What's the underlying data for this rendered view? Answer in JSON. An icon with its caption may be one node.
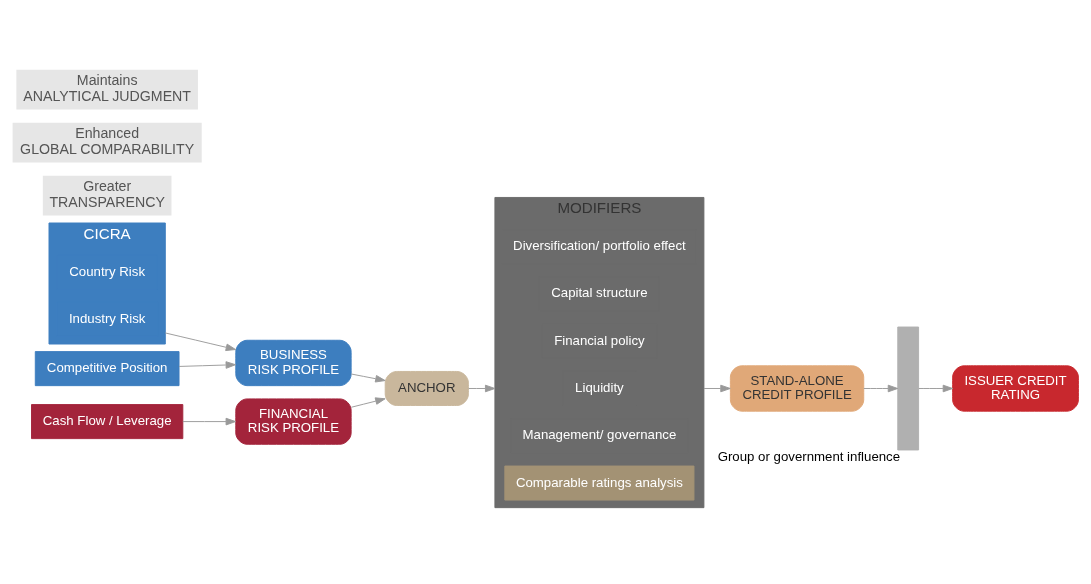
{
  "diagram": {
    "nodes": [
      {
        "text": [
          "CICRA"
        ]
      },
      {
        "text": [
          "Country Risk"
        ],
        "in": 0
      },
      {
        "text": [
          "Industry Risk"
        ],
        "in": 0
      },
      {
        "text": [
          "Competitive Position"
        ]
      },
      {
        "text": [
          "Cash Flow / Leverage"
        ]
      },
      {
        "text": [
          "BUSINESS",
          "RISK PROFILE"
        ]
      },
      {
        "text": [
          "FINANCIAL",
          "RISK PROFILE"
        ]
      },
      {
        "text": [
          "ANCHOR"
        ]
      },
      {
        "text": [
          "MODIFIERS"
        ]
      },
      {
        "text": [
          "Diversification/ portfolio effect"
        ],
        "in": 8
      },
      {
        "text": [
          "Capital structure"
        ],
        "in": 8
      },
      {
        "text": [
          "Financial policy"
        ],
        "in": 8
      },
      {
        "text": [
          "Liquidity"
        ],
        "in": 8
      },
      {
        "text": [
          "Management/ governance"
        ],
        "in": 8
      },
      {
        "text": [
          "Comparable ratings analysis"
        ],
        "in": 8
      },
      {
        "text": [
          "STAND-ALONE",
          "CREDIT PROFILE"
        ]
      },
      {
        "text": [],
        "shape": "bar",
        "beside": [
          "Group or government influence"
        ]
      },
      {
        "text": [
          "ISSUER CREDIT",
          "RATING"
        ]
      }
    ],
    "edges": [
      {
        "from": 0,
        "to": 5,
        "arrow": "to"
      },
      {
        "from": 3,
        "to": 5,
        "arrow": "to"
      },
      {
        "from": 4,
        "to": 6,
        "arrow": "to"
      },
      {
        "from": 5,
        "to": 7,
        "arrow": "to"
      },
      {
        "from": 6,
        "to": 7,
        "arrow": "to"
      },
      {
        "from": 7,
        "to": 8,
        "arrow": "to"
      },
      {
        "from": 8,
        "to": 15,
        "arrow": "to"
      },
      {
        "from": 15,
        "to": 16,
        "arrow": "to"
      },
      {
        "from": 16,
        "to": 17,
        "arrow": "to"
      }
    ],
    "labels": [
      "Greater",
      "TRANSPARENCY",
      "Enhanced",
      "GLOBAL COMPARABILITY",
      "Maintains",
      "ANALYTICAL JUDGMENT"
    ]
  }
}
